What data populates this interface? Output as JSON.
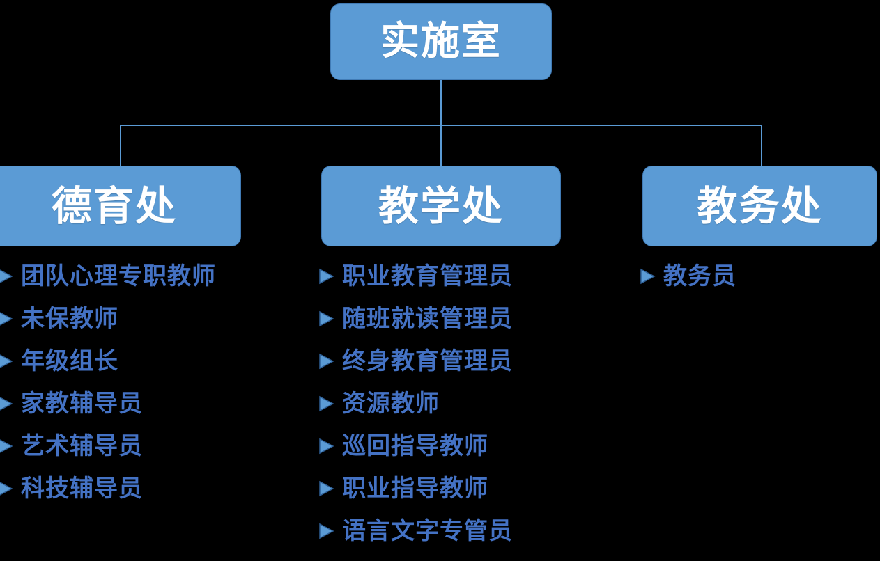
{
  "colors": {
    "background": "#000000",
    "node_fill": "#5B9BD5",
    "node_border": "#417BB5",
    "node_text": "#FFFFFF",
    "connector": "#5B9BD5",
    "role_text": "#4472C4",
    "bullet_fill": "#5B9BD5",
    "bullet_border": "#2E5F96"
  },
  "chart_data": {
    "type": "diagram",
    "diagram_kind": "organization-chart",
    "root": {
      "label": "实施室"
    },
    "departments": [
      {
        "label": "德育处",
        "roles": [
          "团队心理专职教师",
          "未保教师",
          "年级组长",
          "家教辅导员",
          "艺术辅导员",
          "科技辅导员"
        ]
      },
      {
        "label": "教学处",
        "roles": [
          "职业教育管理员",
          "随班就读管理员",
          "终身教育管理员",
          "资源教师",
          "巡回指导教师",
          "职业指导教师",
          "语言文字专管员"
        ]
      },
      {
        "label": "教务处",
        "roles": [
          "教务员"
        ]
      }
    ]
  },
  "icons": {
    "bullet": "triangle-right-icon"
  }
}
